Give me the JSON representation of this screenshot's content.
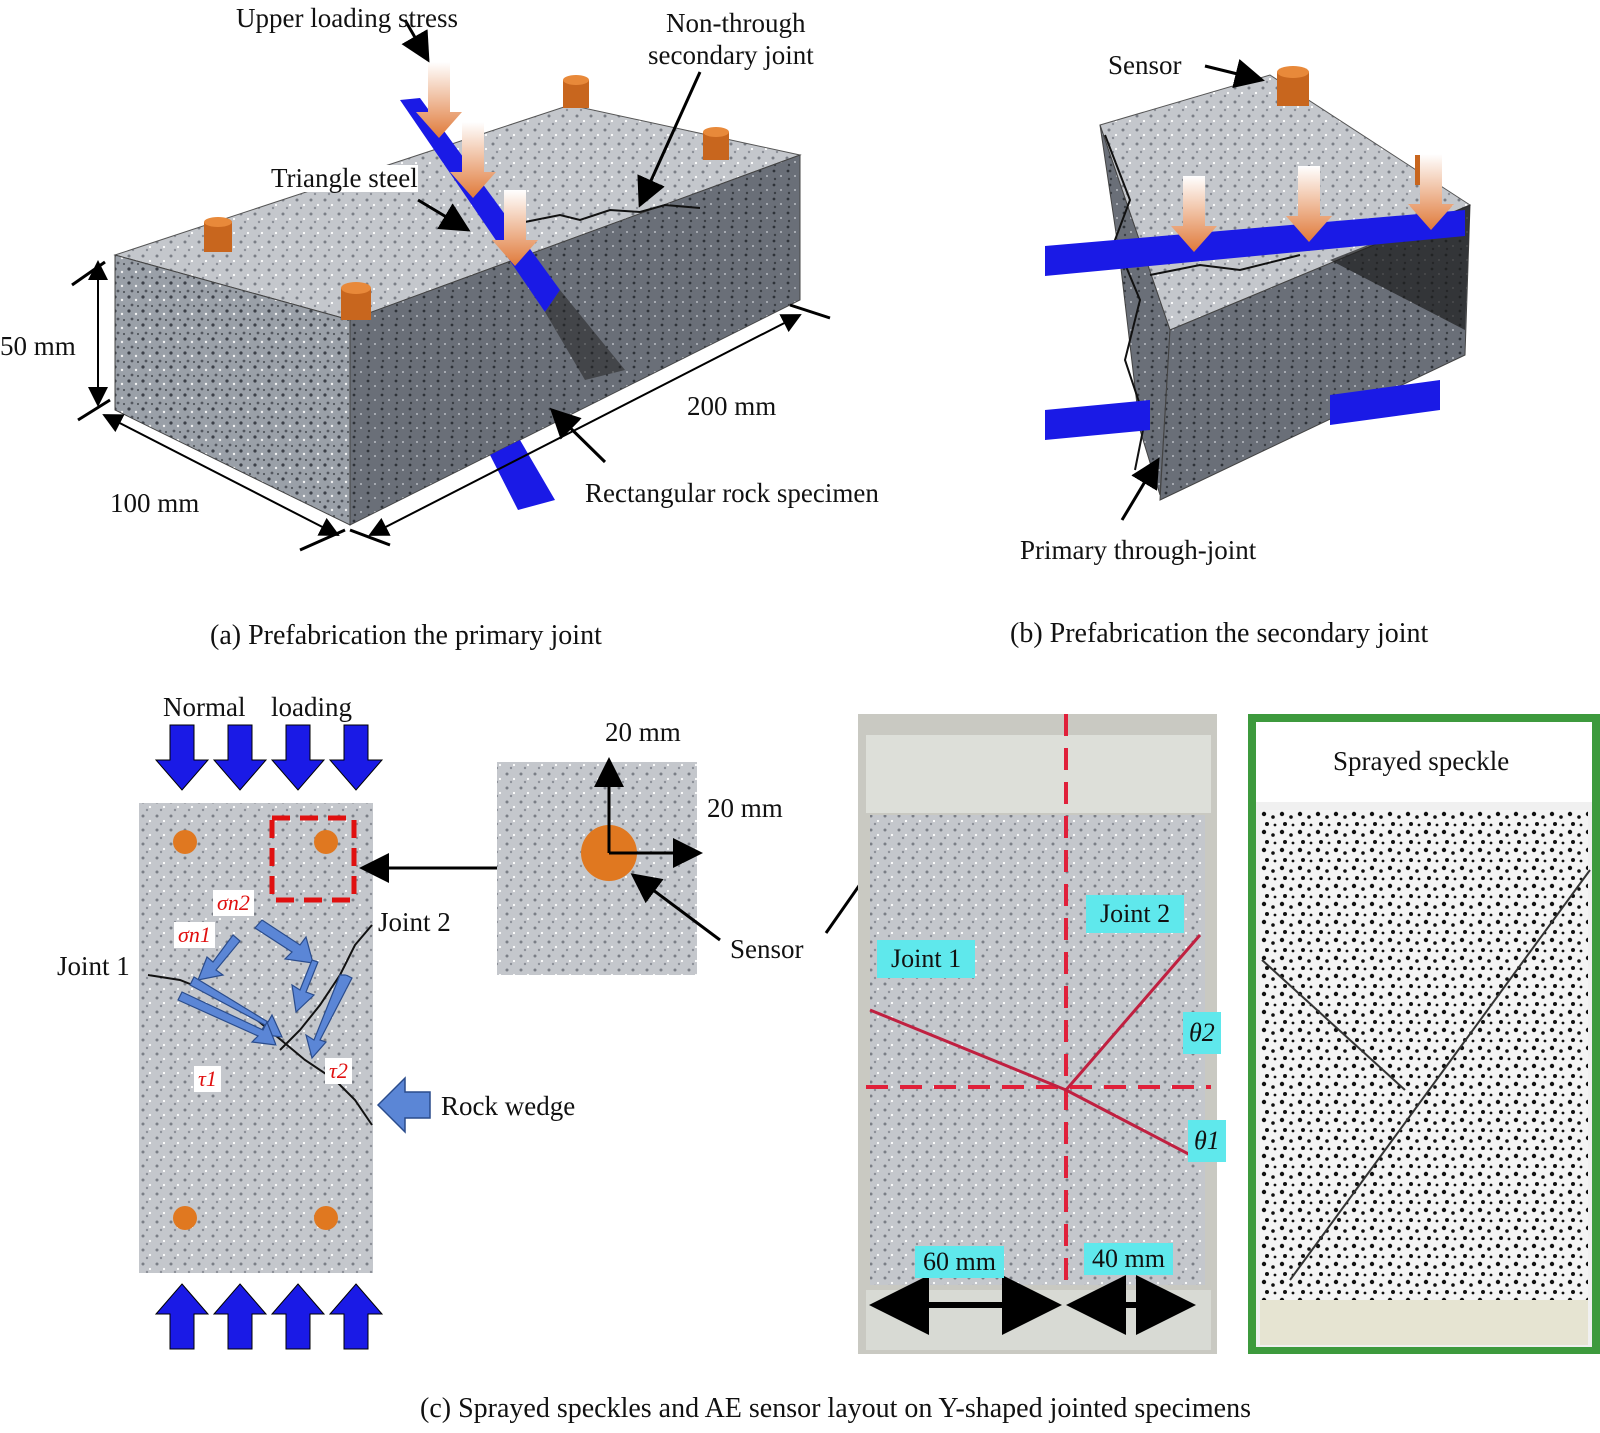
{
  "panel_a": {
    "upper_loading_stress": "Upper loading stress",
    "non_through_l1": "Non-through",
    "non_through_l2": "secondary joint",
    "triangle_steel": "Triangle steel",
    "dim_50": "50 mm",
    "dim_100": "100 mm",
    "dim_200": "200 mm",
    "rect_specimen": "Rectangular rock specimen",
    "caption": "(a) Prefabrication the primary joint"
  },
  "panel_b": {
    "sensor": "Sensor",
    "primary_joint": "Primary through-joint",
    "caption": "(b) Prefabrication the secondary joint"
  },
  "panel_c": {
    "normal_loading_1": "Normal",
    "normal_loading_2": "loading",
    "joint1": "Joint 1",
    "joint2": "Joint 2",
    "sigma_n2": "σn2",
    "sigma_n1": "σn1",
    "tau1": "τ1",
    "tau2": "τ2",
    "rock_wedge": "Rock wedge",
    "inset_20mm_v": "20 mm",
    "inset_20mm_h": "20 mm",
    "sensor": "Sensor",
    "photo_joint1": "Joint 1",
    "photo_joint2": "Joint 2",
    "theta2": "θ2",
    "theta1": "θ1",
    "dim_60": "60 mm",
    "dim_40": "40 mm",
    "sprayed_speckle": "Sprayed speckle",
    "caption": "(c) Sprayed speckles and AE sensor layout on Y-shaped jointed specimens"
  },
  "colors": {
    "steel_blue": "#1a1ae6",
    "load_arrow_orange": "#e07a3a",
    "sensor_orange": "#e07820",
    "annotation_red": "#e01010",
    "tag_cyan": "#5fe8ec",
    "flow_arrow_blue": "#5b86d6",
    "frame_green": "#3d9a3d"
  }
}
